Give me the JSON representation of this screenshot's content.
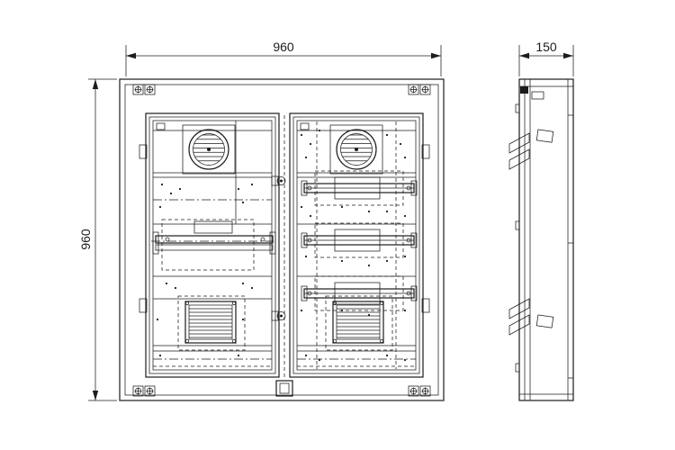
{
  "colors": {
    "background": "#ffffff",
    "line": "#1c1c1c"
  },
  "views": {
    "front": {
      "width_dim": "960",
      "height_dim": "960"
    },
    "side": {
      "depth_dim": "150"
    }
  }
}
